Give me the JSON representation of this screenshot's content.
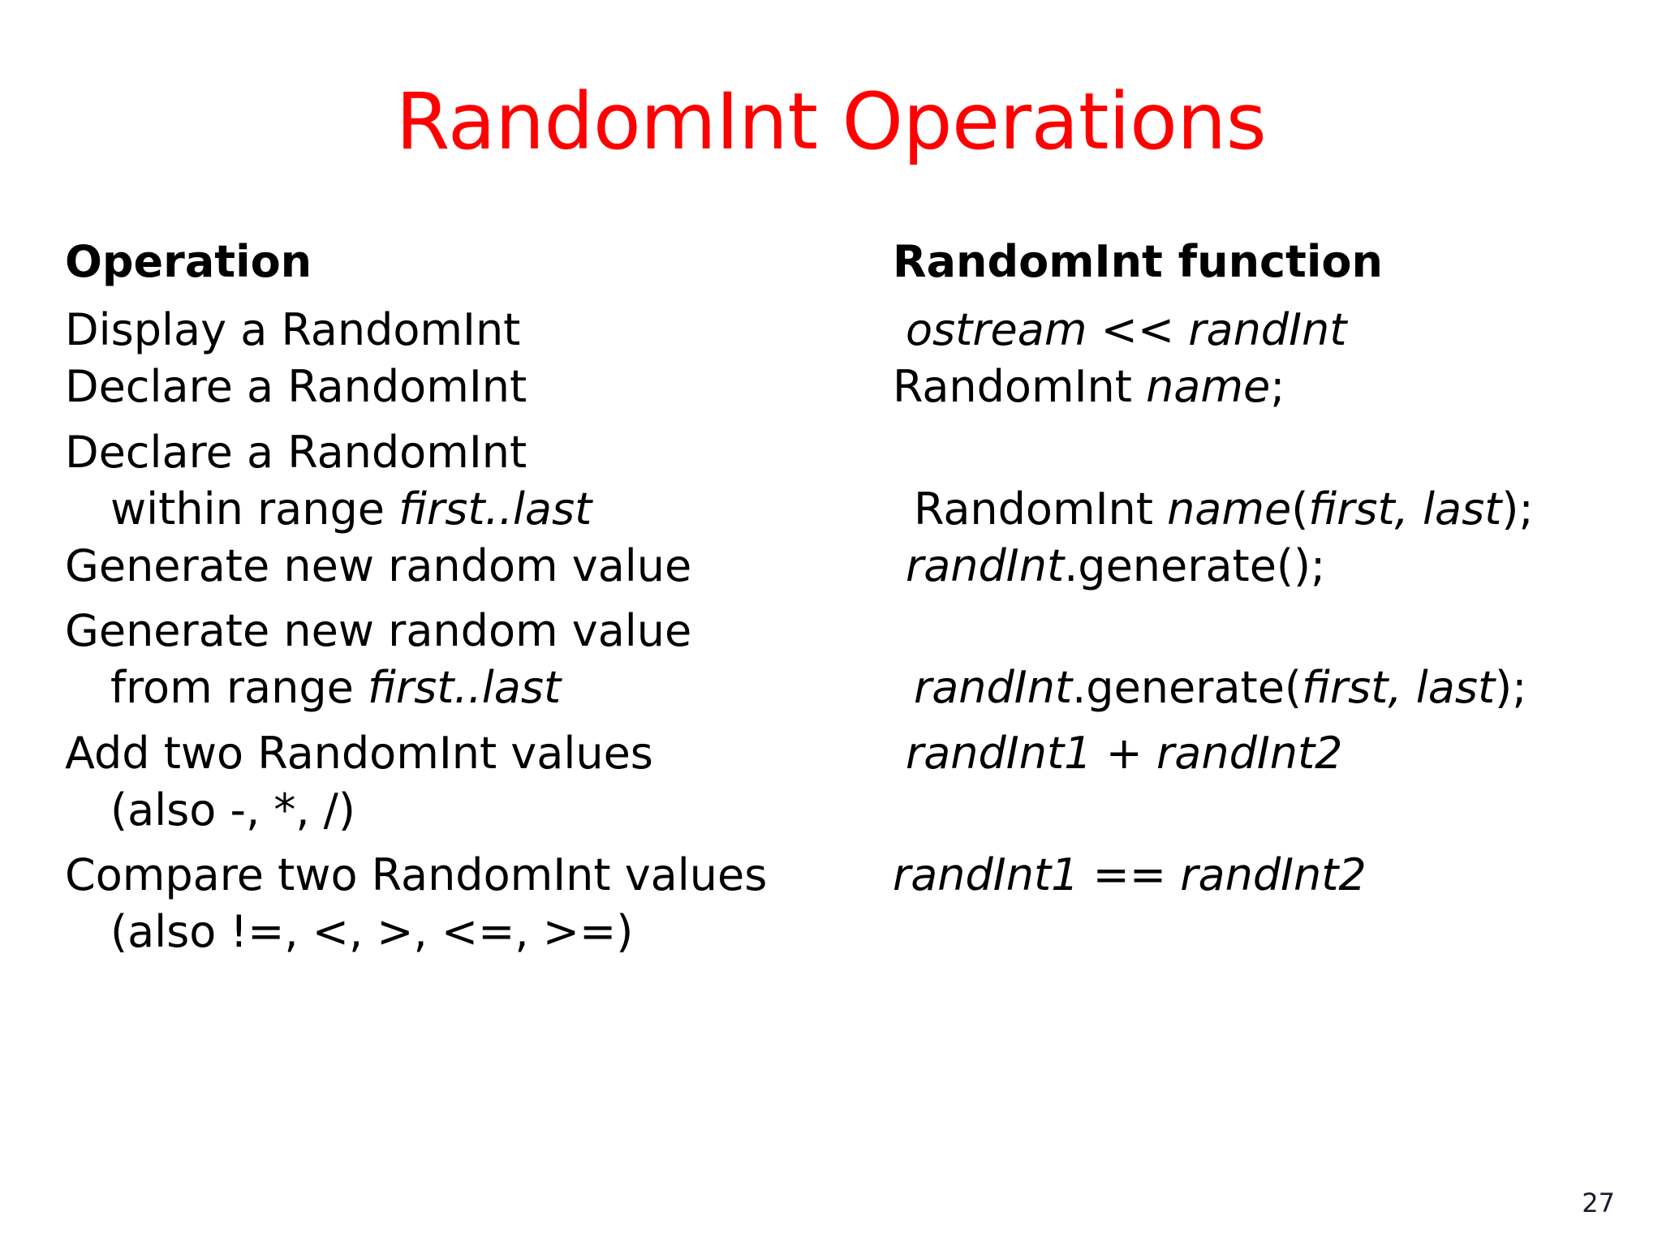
{
  "slide": {
    "title": "RandomInt Operations",
    "title_color": "#FF0000",
    "background_color": "#FFFFFF",
    "page_number": "27"
  },
  "table": {
    "headers": {
      "operation": "Operation",
      "function": "RandomInt function"
    },
    "rows": [
      {
        "operation_line1": "Display a RandomInt",
        "operation_line2": "",
        "function_plain1": "",
        "function_italic1": "ostream << randInt",
        "function_plain2": "",
        "function_italic2": "",
        "function_plain3": ""
      },
      {
        "operation_line1": "Declare a RandomInt",
        "operation_line2": "",
        "function_plain1": "RandomInt ",
        "function_italic1": "name",
        "function_plain2": ";",
        "function_italic2": "",
        "function_plain3": ""
      },
      {
        "operation_line1": "Declare a RandomInt",
        "operation_line2_plain": "within range ",
        "operation_line2_italic": "first..last",
        "function_plain1": "RandomInt ",
        "function_italic1": "name",
        "function_plain2": "(",
        "function_italic2": "first, last",
        "function_plain3": ");"
      },
      {
        "operation_line1": "Generate new random value",
        "operation_line2": "",
        "function_plain1": "",
        "function_italic1": "randInt",
        "function_plain2": ".generate();",
        "function_italic2": "",
        "function_plain3": ""
      },
      {
        "operation_line1": "Generate new random value",
        "operation_line2_plain": "from range ",
        "operation_line2_italic": "first..last",
        "function_plain1": "",
        "function_italic1": "randInt",
        "function_plain2": ".generate(",
        "function_italic2": "first, last",
        "function_plain3": ");"
      },
      {
        "operation_line1": "Add two RandomInt values",
        "operation_line2_plain": "(also -, *, /)",
        "operation_line2_italic": "",
        "function_plain1": "",
        "function_italic1": "randInt1 + randInt2",
        "function_plain2": "",
        "function_italic2": "",
        "function_plain3": ""
      },
      {
        "operation_line1": "Compare two RandomInt values",
        "operation_line2_plain": "(also !=, <, >, <=, >=)",
        "operation_line2_italic": "",
        "function_plain1": "",
        "function_italic1": "randInt1 == randInt2",
        "function_plain2": "",
        "function_italic2": "",
        "function_plain3": ""
      }
    ]
  }
}
